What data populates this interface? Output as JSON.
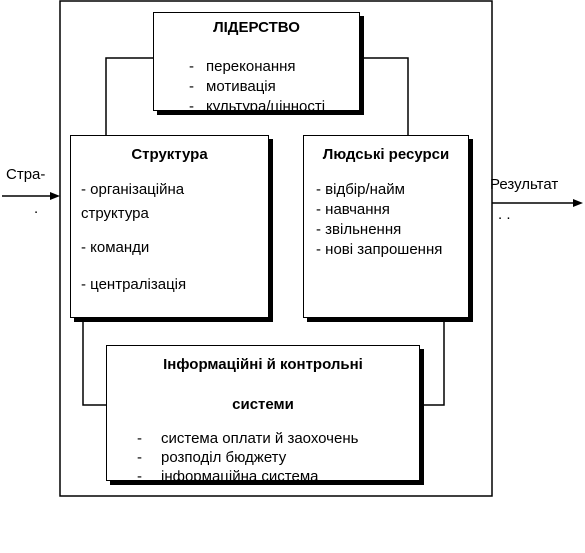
{
  "input_label": "Стра-",
  "input_dot": ".",
  "output_label": "Результат",
  "output_dots": ".     .",
  "leadership": {
    "title": "ЛІДЕРСТВО",
    "items": [
      "переконання",
      "мотивація",
      "культура/цінності"
    ]
  },
  "structure": {
    "title": "Структура",
    "items": [
      "- організаційна",
      "структура",
      "- команди",
      "- централізація"
    ]
  },
  "hr": {
    "title": "Людські ресурси",
    "items": [
      "- відбір/найм",
      "- навчання",
      "- звільнення",
      "- нові запрошення"
    ]
  },
  "info": {
    "title_line1": "Інформаційні й контрольні",
    "title_line2": "системи",
    "items": [
      "система оплати й заохочень",
      "розподіл бюджету",
      "інформаційна система"
    ]
  },
  "dash_symbol": "-"
}
